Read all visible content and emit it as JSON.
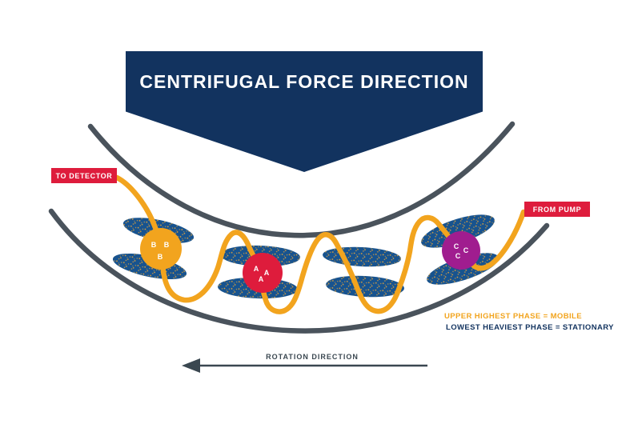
{
  "banner": {
    "title": "CENTRIFUGAL FORCE DIRECTION"
  },
  "ports": {
    "to_detector": "TO DETECTOR",
    "from_pump": "FROM PUMP"
  },
  "legend": {
    "mobile": "UPPER  HIGHEST PHASE = MOBILE",
    "stationary": "LOWEST HEAVIEST PHASE = STATIONARY"
  },
  "rotation": {
    "label": "ROTATION DIRECTION"
  },
  "analyte_bands": [
    {
      "letter": "B",
      "color": "#F2A41E"
    },
    {
      "letter": "A",
      "color": "#DE1C3C"
    },
    {
      "letter": "C",
      "color": "#A01D8F"
    }
  ],
  "colors": {
    "banner_navy": "#12335F",
    "badge_red": "#DE1C3C",
    "tube_yellow": "#F2A41E",
    "droplet_blue": "#17538F",
    "speckle_gold": "#E2A23A",
    "wall_gray": "#4A535C",
    "arrow_slate": "#3A4750"
  }
}
